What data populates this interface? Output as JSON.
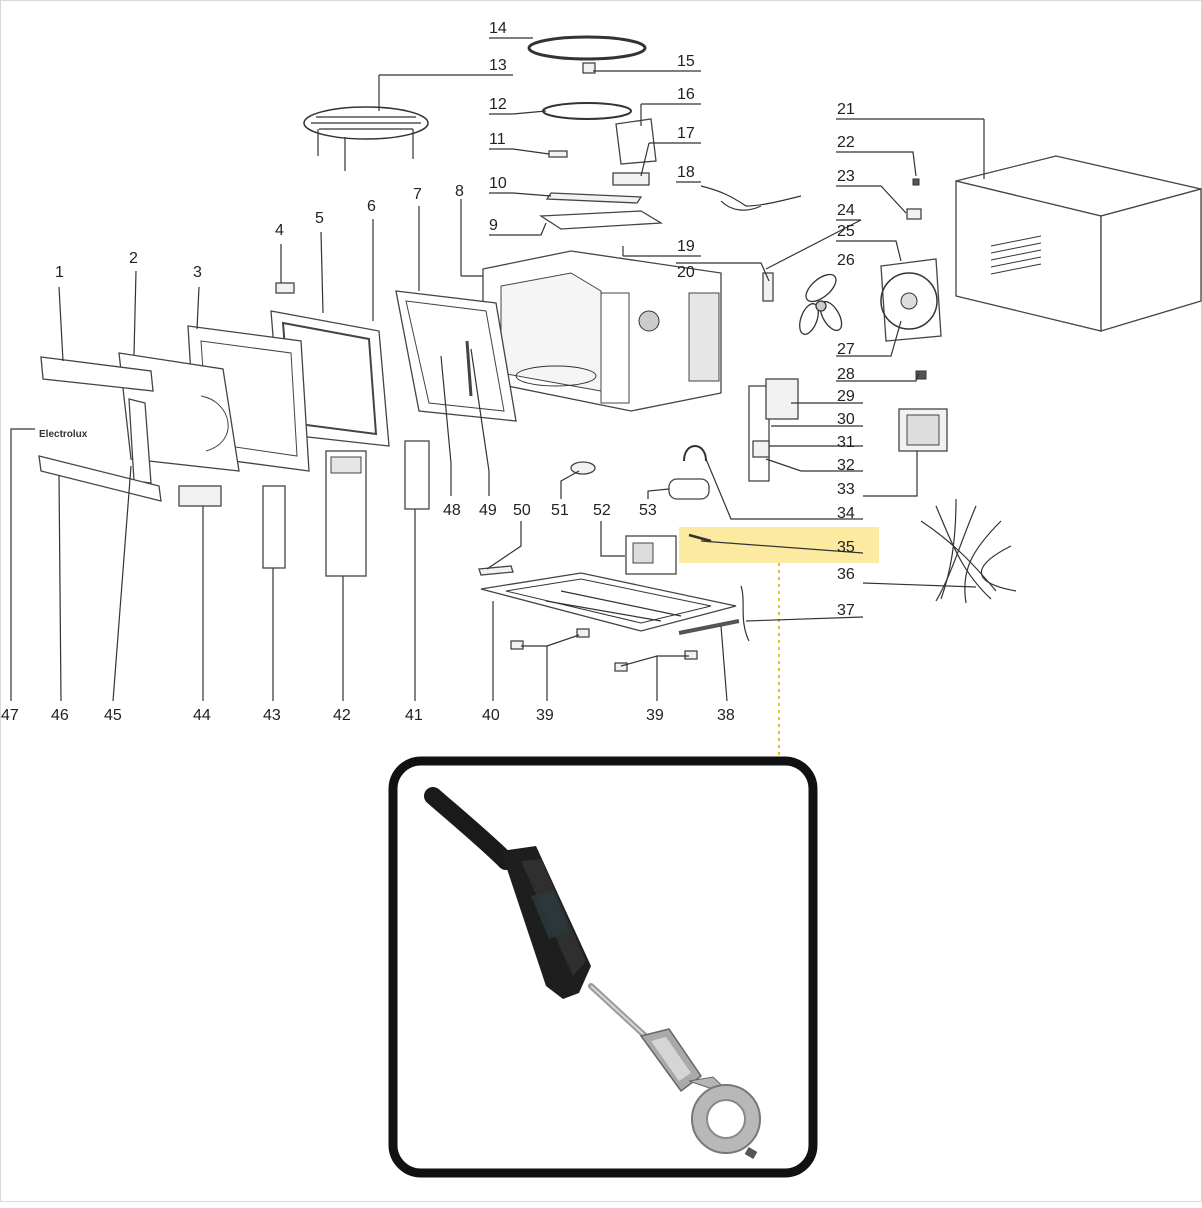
{
  "brand_text": "Electrolux",
  "highlight_color": "#fbeaa0",
  "leader_color": "#e0c030",
  "callouts": [
    {
      "n": "14"
    },
    {
      "n": "15"
    },
    {
      "n": "13"
    },
    {
      "n": "12"
    },
    {
      "n": "16"
    },
    {
      "n": "11"
    },
    {
      "n": "17"
    },
    {
      "n": "10"
    },
    {
      "n": "18"
    },
    {
      "n": "9"
    },
    {
      "n": "19"
    },
    {
      "n": "8"
    },
    {
      "n": "20"
    },
    {
      "n": "21"
    },
    {
      "n": "22"
    },
    {
      "n": "23"
    },
    {
      "n": "24"
    },
    {
      "n": "25"
    },
    {
      "n": "26"
    },
    {
      "n": "27"
    },
    {
      "n": "28"
    },
    {
      "n": "29"
    },
    {
      "n": "30"
    },
    {
      "n": "31"
    },
    {
      "n": "32"
    },
    {
      "n": "33"
    },
    {
      "n": "34"
    },
    {
      "n": "35"
    },
    {
      "n": "36"
    },
    {
      "n": "37"
    },
    {
      "n": "1"
    },
    {
      "n": "2"
    },
    {
      "n": "3"
    },
    {
      "n": "4"
    },
    {
      "n": "5"
    },
    {
      "n": "6"
    },
    {
      "n": "7"
    },
    {
      "n": "48"
    },
    {
      "n": "49"
    },
    {
      "n": "50"
    },
    {
      "n": "51"
    },
    {
      "n": "52"
    },
    {
      "n": "53"
    },
    {
      "n": "47"
    },
    {
      "n": "46"
    },
    {
      "n": "45"
    },
    {
      "n": "44"
    },
    {
      "n": "43"
    },
    {
      "n": "42"
    },
    {
      "n": "41"
    },
    {
      "n": "40"
    },
    {
      "n": "39"
    },
    {
      "n": "39"
    },
    {
      "n": "38"
    }
  ],
  "highlighted_part": "35"
}
